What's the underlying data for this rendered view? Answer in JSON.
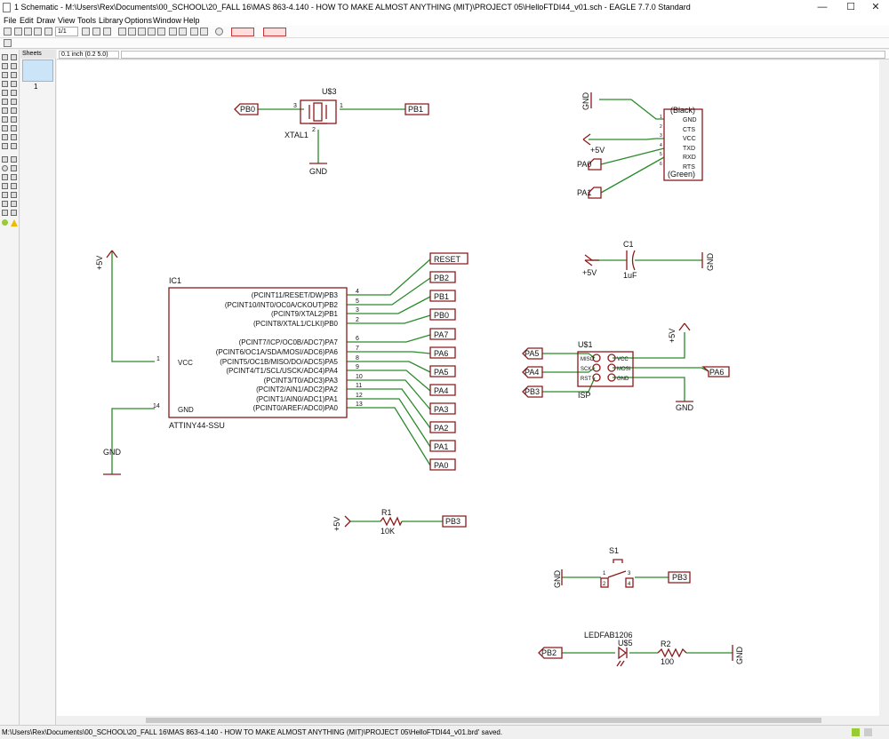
{
  "window": {
    "title": "1 Schematic - M:\\Users\\Rex\\Documents\\00_SCHOOL\\20_FALL 16\\MAS 863-4.140 - HOW TO MAKE ALMOST ANYTHING (MIT)\\PROJECT 05\\HelloFTDI44_v01.sch - EAGLE 7.7.0 Standard"
  },
  "menu": [
    "File",
    "Edit",
    "Draw",
    "View",
    "Tools",
    "Library",
    "Options",
    "Window",
    "Help"
  ],
  "toolbar": {
    "sheet_select": "1/1"
  },
  "sheets_panel": {
    "header": "Sheets",
    "sheet_number": "1"
  },
  "coordinates": "0.1 inch (0.2 5.0)",
  "status": "M:\\Users\\Rex\\Documents\\00_SCHOOL\\20_FALL 16\\MAS 863-4.140 - HOW TO MAKE ALMOST ANYTHING (MIT)\\PROJECT 05\\HelloFTDI44_v01.brd' saved.",
  "schematic": {
    "u3": {
      "name": "U$3",
      "value": "XTAL1",
      "pin_left": "3",
      "pin_right": "1",
      "pin_bottom": "2",
      "net_left": "PB0",
      "net_right": "PB1",
      "gnd": "GND"
    },
    "ftdi": {
      "top": "(Black)",
      "bottom": "(Green)",
      "pins": [
        "GND",
        "CTS",
        "VCC",
        "TXD",
        "RXD",
        "RTS"
      ],
      "pin_numbers": [
        "1",
        "2",
        "3",
        "4",
        "5",
        "6"
      ],
      "gnd": "GND",
      "plus5": "+5V",
      "pa0": "PA0",
      "pa1": "PA1"
    },
    "c1": {
      "name": "C1",
      "value": "1uF",
      "plus5": "+5V",
      "gnd": "GND"
    },
    "ic1": {
      "name": "IC1",
      "value": "ATTINY44-SSU",
      "plus5": "+5V",
      "gnd": "GND",
      "vcc_label": "VCC",
      "gnd_label": "GND",
      "vcc_pin": "1",
      "gnd_pin": "14",
      "pins": [
        {
          "label": "(PCINT11/RESET/DW)PB3",
          "num": "4",
          "net": "RESET"
        },
        {
          "label": "(PCINT10/INT0/OC0A/CKOUT)PB2",
          "num": "5",
          "net": "PB2"
        },
        {
          "label": "(PCINT9/XTAL2)PB1",
          "num": "3",
          "net": "PB1"
        },
        {
          "label": "(PCINT8/XTAL1/CLKI)PB0",
          "num": "2",
          "net": "PB0"
        },
        {
          "label": "(PCINT7/ICP/OC0B/ADC7)PA7",
          "num": "6",
          "net": "PA7"
        },
        {
          "label": "(PCINT6/OC1A/SDA/MOSI/ADC6)PA6",
          "num": "7",
          "net": "PA6"
        },
        {
          "label": "(PCINT5/OC1B/MISO/DO/ADC5)PA5",
          "num": "8",
          "net": "PA5"
        },
        {
          "label": "(PCINT4/T1/SCL/USCK/ADC4)PA4",
          "num": "9",
          "net": "PA4"
        },
        {
          "label": "(PCINT3/T0/ADC3)PA3",
          "num": "10",
          "net": "PA3"
        },
        {
          "label": "(PCINT2/AIN1/ADC2)PA2",
          "num": "11",
          "net": "PA2"
        },
        {
          "label": "(PCINT1/AIN0/ADC1)PA1",
          "num": "12",
          "net": "PA1"
        },
        {
          "label": "(PCINT0/AREF/ADC0)PA0",
          "num": "13",
          "net": "PA0"
        }
      ]
    },
    "isp": {
      "name": "U$1",
      "value": "ISP",
      "pins_left": [
        "MISO",
        "SCK",
        "RST"
      ],
      "pins_right": [
        "VCC",
        "MOSI",
        "GND"
      ],
      "nets_left": [
        "PA5",
        "PA4",
        "PB3"
      ],
      "net_right": "PA6",
      "plus5": "+5V",
      "gnd": "GND"
    },
    "r1": {
      "name": "R1",
      "value": "10K",
      "plus5": "+5V",
      "net": "PB3"
    },
    "s1": {
      "name": "S1",
      "gnd": "GND",
      "net": "PB3",
      "pins": [
        "1",
        "2",
        "3",
        "4"
      ]
    },
    "led": {
      "name": "U$5",
      "value": "LEDFAB1206",
      "net": "PB2",
      "gnd": "GND"
    },
    "r2": {
      "name": "R2",
      "value": "100"
    }
  }
}
